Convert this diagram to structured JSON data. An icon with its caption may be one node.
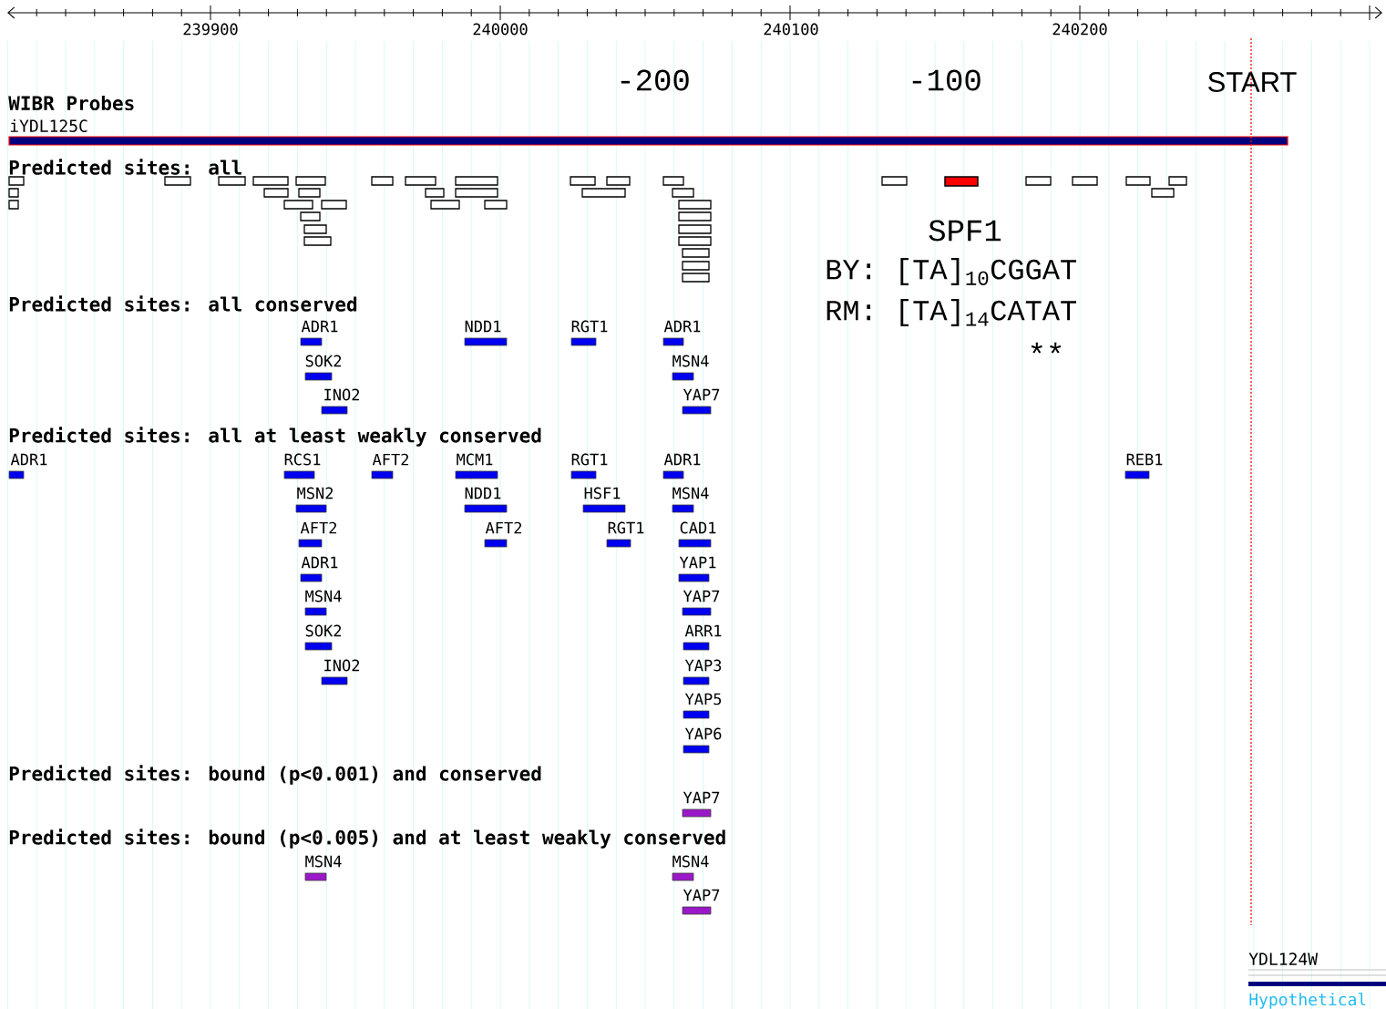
{
  "diagram": {
    "labels": [
      "239900",
      "240000",
      "240100",
      "240200",
      "-200",
      "-100",
      "START",
      "WIBR Probes",
      "iYDL125C",
      "Predicted sites: all",
      "SPF1",
      "BY: [TA]$_{10}$CGGAT",
      "RM: [TA]$_{14}$CATAT",
      "**",
      "Predicted sites: all conserved",
      "ADR1",
      "NDD1",
      "RGT1",
      "ADR1",
      "SOK2",
      "MSN4",
      "INO2",
      "YAP7",
      "Predicted sites: all at least weakly conserved",
      "ADR1",
      "RCS1",
      "AFT2",
      "MCM1",
      "RGT1",
      "ADR1",
      "REB1",
      "MSN2",
      "NDD1",
      "HSF1",
      "MSN4",
      "AFT2",
      "AFT2",
      "RGT1",
      "CAD1",
      "ADR1",
      "YAP1",
      "MSN4",
      "YAP7",
      "SOK2",
      "ARR1",
      "INO2",
      "YAP3",
      "YAP5",
      "YAP6",
      "Predicted sites: bound (p<0.001) and conserved",
      "YAP7",
      "Predicted sites: bound (p<0.005) and at least weakly conserved",
      "MSN4",
      "MSN4",
      "YAP7",
      "YDL124W",
      "Hypothetical"
    ]
  }
}
